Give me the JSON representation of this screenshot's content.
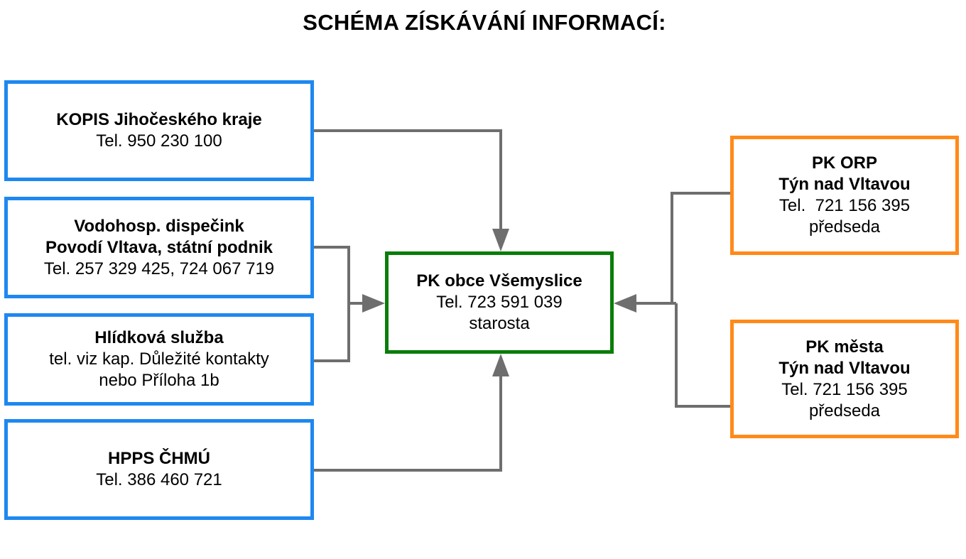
{
  "title": "SCHÉMA ZÍSKÁVÁNÍ INFORMACÍ:",
  "colors": {
    "source_border": "#1e88f0",
    "center_border": "#0a7d0a",
    "right_border": "#ff8a1a",
    "connector": "#6e6e6e"
  },
  "boxes": {
    "kopis": {
      "lines": [
        "KOPIS Jihočeského kraje",
        "Tel. 950 230 100"
      ]
    },
    "vodohosp": {
      "lines": [
        "Vodohosp. dispečink",
        "Povodí Vltava, státní podnik",
        "Tel. 257 329 425, 724 067 719"
      ]
    },
    "hlidka": {
      "lines": [
        "Hlídková služba",
        "tel. viz kap. Důležité kontakty",
        "nebo Příloha 1b"
      ]
    },
    "hpps": {
      "lines": [
        "HPPS ČHMÚ",
        "Tel. 386 460 721"
      ]
    },
    "pk_obec": {
      "lines": [
        "PK obce Všemyslice",
        "Tel. 723 591 039",
        "starosta"
      ]
    },
    "pk_orp": {
      "lines": [
        "PK ORP",
        "Týn nad Vltavou",
        "Tel.  721 156 395",
        "předseda"
      ]
    },
    "pk_mesta": {
      "lines": [
        "PK města",
        "Týn nad Vltavou",
        "Tel. 721 156 395",
        "předseda"
      ]
    }
  }
}
